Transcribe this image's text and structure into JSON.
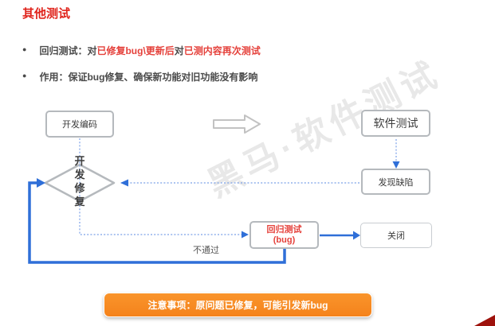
{
  "title": "其他测试",
  "bullets": [
    {
      "segments": [
        {
          "text": "回归测试：对",
          "color": "dark"
        },
        {
          "text": "已修复bug\\更新后",
          "color": "red"
        },
        {
          "text": "对",
          "color": "dark"
        },
        {
          "text": "已测内容再次测试",
          "color": "red"
        }
      ]
    },
    {
      "segments": [
        {
          "text": "作用：保证bug修复、确保新功能对旧功能没有影响",
          "color": "dark"
        }
      ]
    }
  ],
  "flowchart": {
    "nodes": {
      "dev_coding": "开发编码",
      "software_test": "软件测试",
      "found_defect": "发现缺陷",
      "dev_fix": "开发修复",
      "regression_line1": "回归测试",
      "regression_line2": "(bug)",
      "close": "关闭"
    },
    "labels": {
      "fail": "不通过"
    }
  },
  "banner": {
    "text": "注意事项：原问题已修复，可能引发新bug"
  },
  "watermark": "黑马·软件测试",
  "colors": {
    "title_red": "#E0241C",
    "highlight_red": "#E5413B",
    "body_text": "#4A4A4A",
    "node_border": "#B5B9BD",
    "flow_blue": "#2F6FD8",
    "dotted_blue": "#7AA0E8",
    "banner_orange": "#F5831C",
    "corner_red": "#9E120C"
  }
}
